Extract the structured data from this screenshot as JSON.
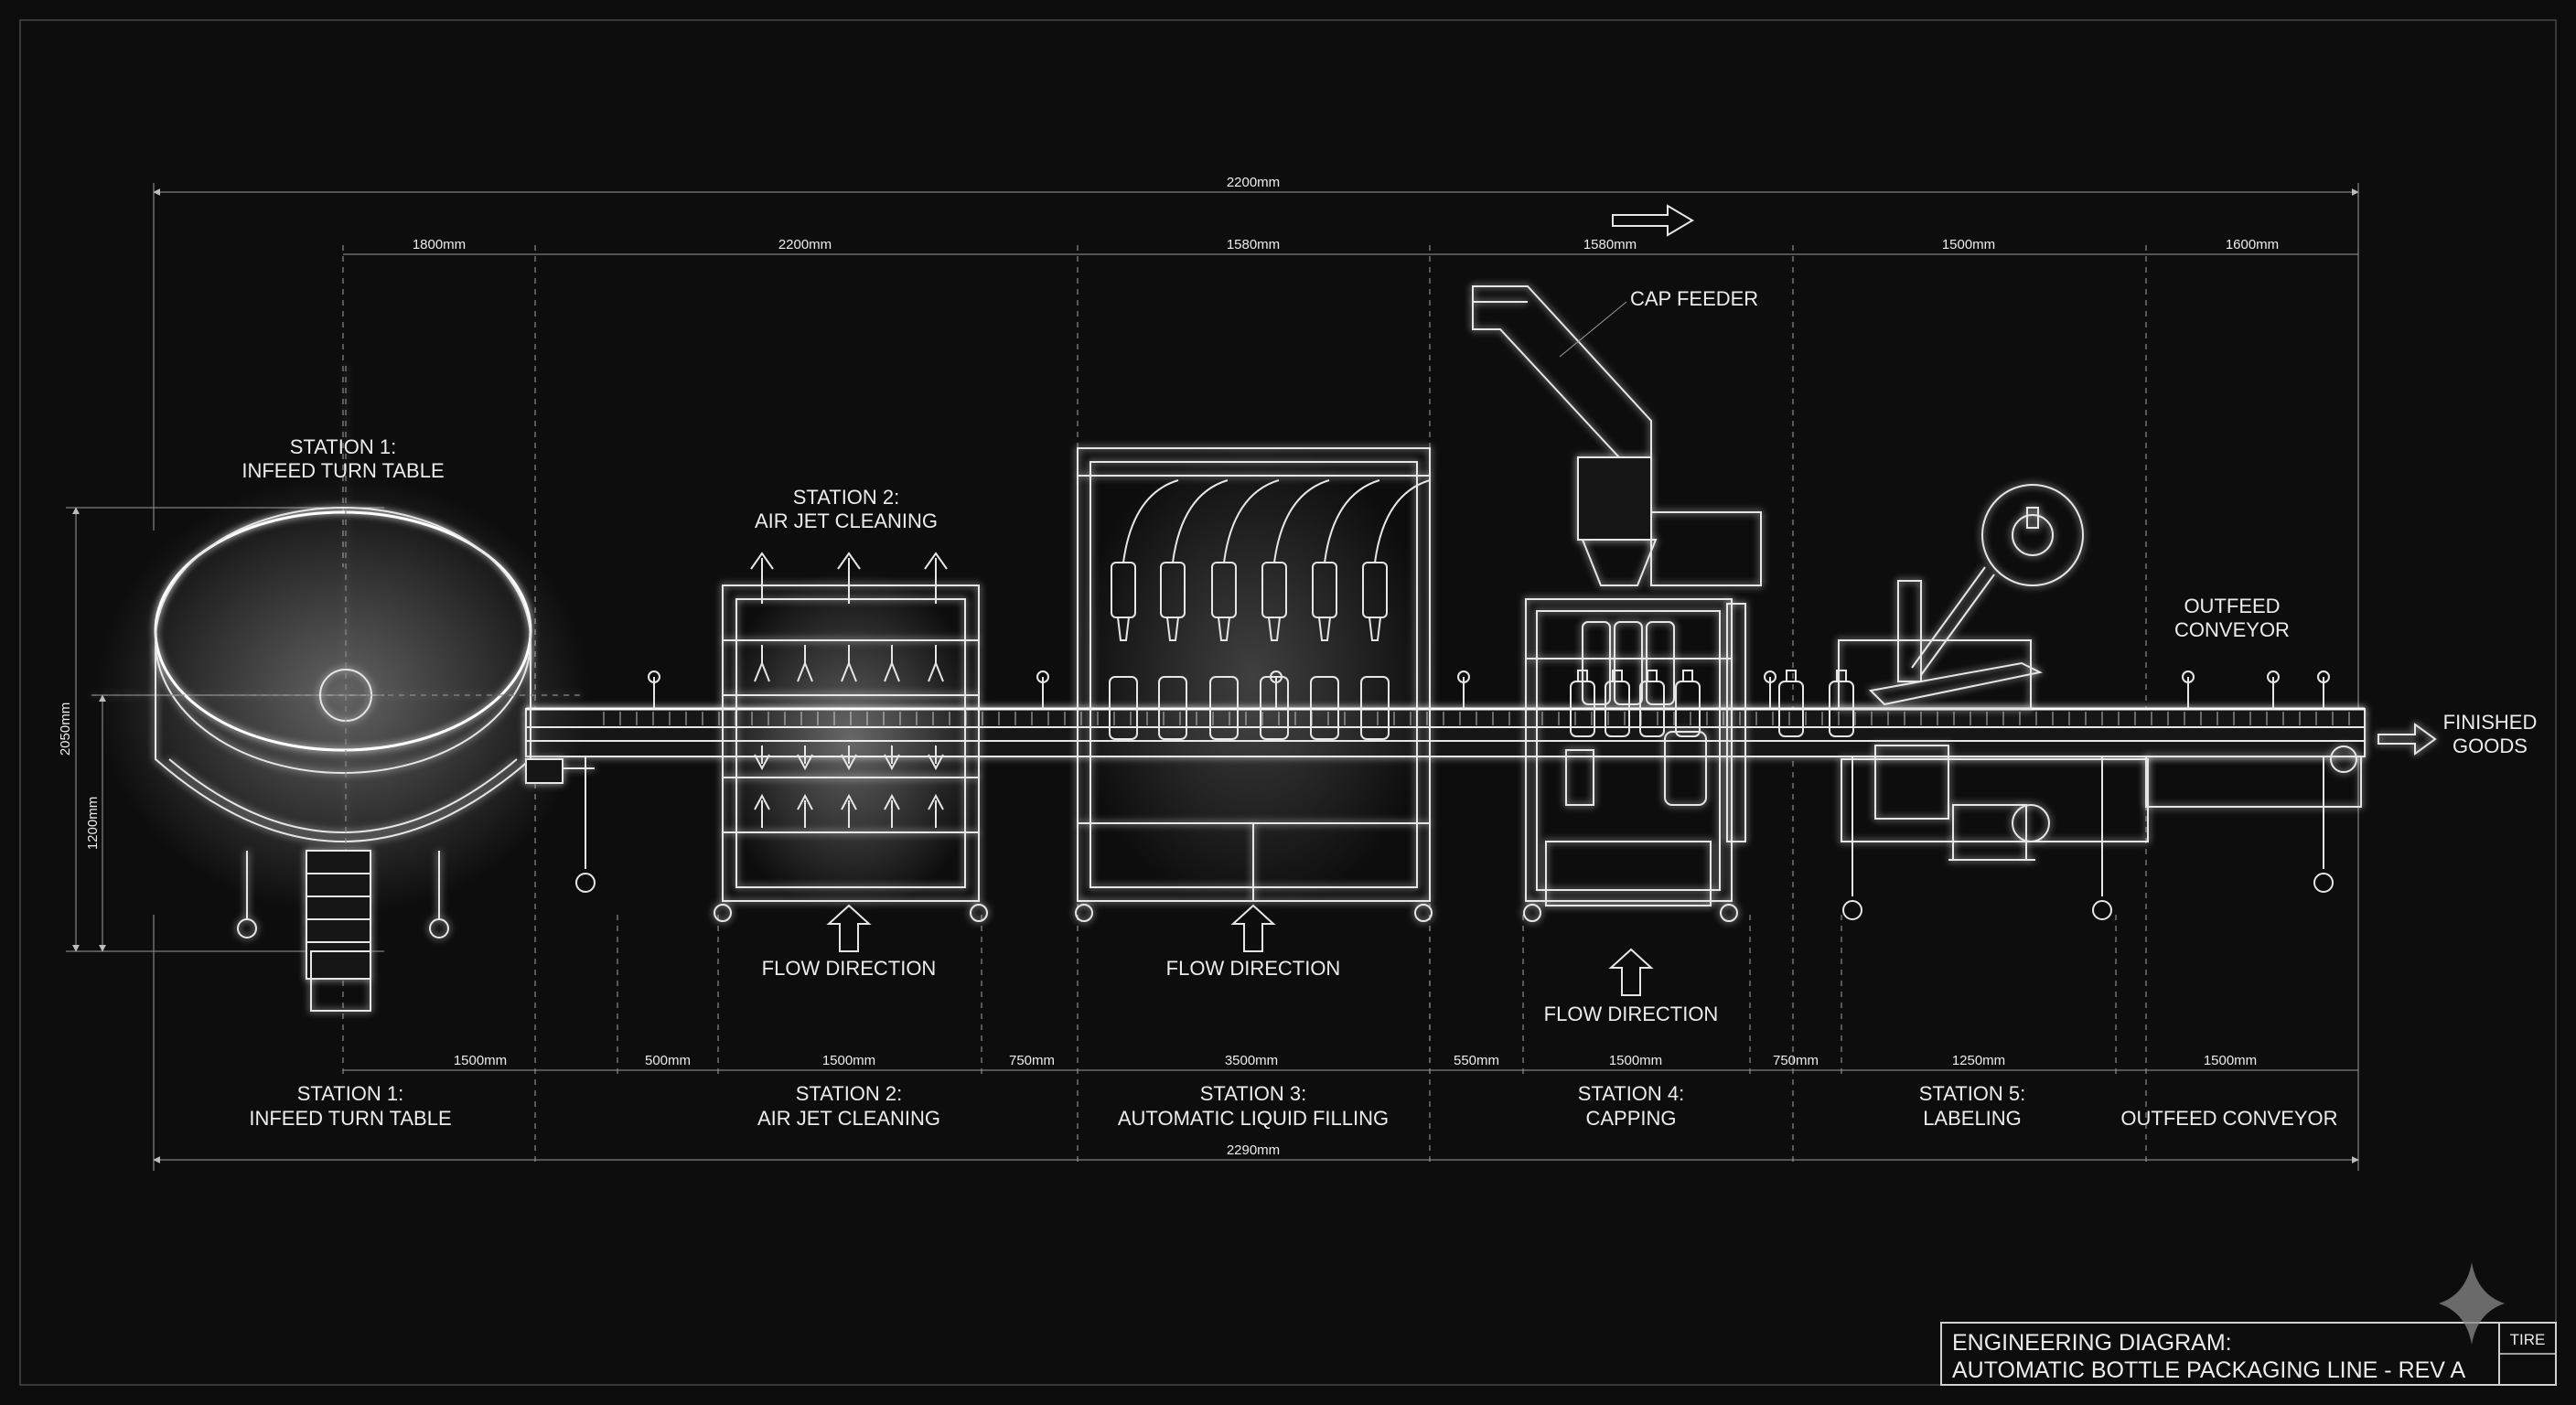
{
  "dimensions": {
    "overall_top": "2200mm",
    "overall_bottom": "2290mm",
    "height_total": "2050mm",
    "height_partial": "1200mm",
    "top_segments": [
      "1800mm",
      "2200mm",
      "1580mm",
      "1580mm",
      "1500mm",
      "1600mm"
    ],
    "bottom_segments": [
      "1500mm",
      "500mm",
      "1500mm",
      "750mm",
      "3500mm",
      "550mm",
      "1500mm",
      "750mm",
      "1250mm",
      "1500mm"
    ]
  },
  "top_labels": {
    "station1": [
      "STATION 1:",
      "INFEED TURN TABLE"
    ],
    "station2": [
      "STATION 2:",
      "AIR JET CLEANING"
    ],
    "cap_feeder": "CAP FEEDER",
    "outfeed": [
      "OUTFEED",
      "CONVEYOR"
    ],
    "finished": [
      "FINISHED",
      "GOODS"
    ]
  },
  "flow_labels": [
    "FLOW DIRECTION",
    "FLOW DIRECTION",
    "FLOW DIRECTION"
  ],
  "bottom_labels": [
    {
      "line1": "STATION 1:",
      "line2": "INFEED TURN TABLE"
    },
    {
      "line1": "STATION 2:",
      "line2": "AIR JET CLEANING"
    },
    {
      "line1": "STATION 3:",
      "line2": "AUTOMATIC LIQUID FILLING"
    },
    {
      "line1": "STATION 4:",
      "line2": "CAPPING"
    },
    {
      "line1": "STATION 5:",
      "line2": "LABELING"
    },
    {
      "line1": "",
      "line2": "OUTFEED CONVEYOR"
    }
  ],
  "title_block": {
    "line1": "ENGINEERING DIAGRAM:",
    "line2": "AUTOMATIC BOTTLE PACKAGING LINE - REV A",
    "tag": "TIRE"
  },
  "icons": {
    "flow_arrow": "right-arrow-icon",
    "watermark": "sparkle-icon"
  },
  "colors": {
    "background": "#0d0d0d",
    "line": "#e6e6e6",
    "glow": "#ffffff"
  }
}
